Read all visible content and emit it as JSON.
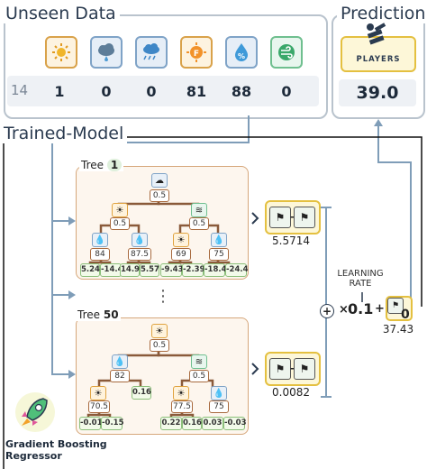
{
  "unseen": {
    "title": "Unseen Data",
    "row_index": "14",
    "features": [
      {
        "icon": "sun-icon",
        "value": "1"
      },
      {
        "icon": "cloud-rain-icon",
        "value": "0"
      },
      {
        "icon": "wind-rain-icon",
        "value": "0"
      },
      {
        "icon": "temperature-icon",
        "value": "81"
      },
      {
        "icon": "humidity-icon",
        "value": "88"
      },
      {
        "icon": "wind-icon",
        "value": "0"
      }
    ]
  },
  "prediction": {
    "title": "Prediction",
    "badge_label": "PLAYERS",
    "value": "39.0"
  },
  "model": {
    "title": "Trained-Model",
    "tree1": {
      "label": "Tree",
      "number": "1",
      "root": "0.5",
      "level2": [
        "0.5",
        "0.5"
      ],
      "level3": [
        "84",
        "87.5",
        "69",
        "75"
      ],
      "leaves": [
        "5.24",
        "-14.4",
        "14.9",
        "5.57",
        "-9.43",
        "-2.39",
        "-18.4",
        "-24.4"
      ],
      "output": "5.5714"
    },
    "ellipsis": "⋮",
    "tree50": {
      "label": "Tree",
      "number": "50",
      "root": "0.5",
      "level2": [
        "82",
        "0.5"
      ],
      "level3": [
        "70.5",
        "0.16",
        "77.5",
        "75"
      ],
      "leaves": [
        "-0.01",
        "-0.15",
        "0.22",
        "0.16",
        "0.03",
        "-0.03"
      ],
      "output": "0.0082"
    },
    "learning_rate_label_line1": "LEARNING",
    "learning_rate_label_line2": "RATE",
    "plus_symbol": "+",
    "times_symbol": "×",
    "learning_rate_value": "0.1",
    "plus_after": "+",
    "minus_symbol": "-",
    "zero_symbol": "0",
    "base_value": "37.43"
  },
  "regressor": {
    "line1": "Gradient Boosting",
    "line2": "Regressor"
  },
  "colors": {
    "accent_orange": "#d9a24a",
    "accent_blue": "#7fa3c7",
    "leaf_green": "#8bbf7a",
    "branch_brown": "#8a5a3a",
    "panel_border": "#b9c3cd"
  }
}
